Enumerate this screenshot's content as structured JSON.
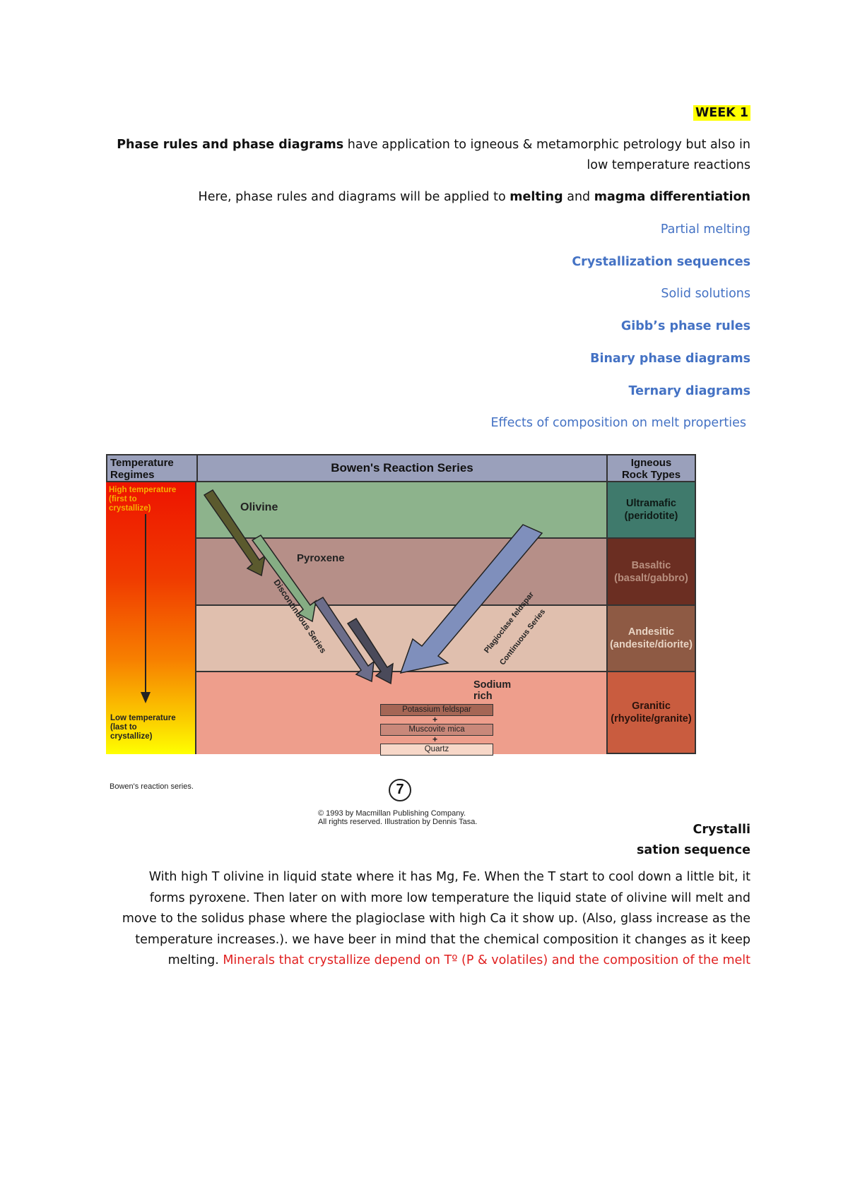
{
  "week_label": "WEEK 1",
  "intro": {
    "bold": "Phase rules and phase diagrams",
    "line1_rest": " have application to igneous & metamorphic petrology but also in",
    "line2": "low temperature reactions"
  },
  "here": {
    "t1": "Here, phase rules and diagrams will be applied to ",
    "b1": "melting",
    "t2": " and ",
    "b2": "magma differentiation"
  },
  "topics": [
    {
      "text": "Partial melting",
      "bold": false
    },
    {
      "text": "Crystallization sequences",
      "bold": true
    },
    {
      "text": "Solid solutions",
      "bold": false
    },
    {
      "text": "Gibb’s phase rules",
      "bold": true
    },
    {
      "text": "Binary phase diagrams",
      "bold": true
    },
    {
      "text": "Ternary diagrams",
      "bold": true
    },
    {
      "text": "Effects of composition on melt properties",
      "bold": false
    }
  ],
  "figure": {
    "header_left": [
      "Temperature",
      "Regimes"
    ],
    "header_center": "Bowen's Reaction Series",
    "header_right": [
      "Igneous",
      "Rock Types"
    ],
    "high_temp": [
      "High temperature",
      "(first to",
      "crystallize)"
    ],
    "low_temp": [
      "Low temperature",
      "(last to",
      "crystallize)"
    ],
    "minerals": {
      "olivine": "Olivine",
      "pyroxene": "Pyroxene",
      "sodium": [
        "Sodium",
        "rich"
      ],
      "discontinuous": "Discontinuous Series",
      "plagioclase": "Plagioclase feldspar",
      "continuous": "Continuous Series"
    },
    "final_boxes": [
      "Potassium feldspar",
      "+",
      "Muscovite mica",
      "+",
      "Quartz"
    ],
    "rock_types": [
      {
        "name": "Ultramafic",
        "sub": "(peridotite)",
        "color": "#3f7a6c"
      },
      {
        "name": "Basaltic",
        "sub": "(basalt/gabbro)",
        "color": "#6b2e22"
      },
      {
        "name": "Andesitic",
        "sub": "(andesite/diorite)",
        "color": "#8e5a44"
      },
      {
        "name": "Granitic",
        "sub": "(rhyolite/granite)",
        "color": "#c95c3f"
      }
    ],
    "band_colors": [
      "#8db38c",
      "#b68f88",
      "#e0bfae",
      "#ee9e8c"
    ],
    "caption": "Bowen's reaction series.",
    "figure_number": "7",
    "copyright": [
      "© 1993 by Macmillan Publishing Company.",
      "All rights reserved. Illustration by Dennis Tasa."
    ]
  },
  "crystallisation_heading": [
    "Crystalli",
    "sation sequence"
  ],
  "paragraph": {
    "lines": [
      "With high T olivine in liquid state where it has Mg, Fe. When the T start to cool down a little bit, it",
      "forms pyroxene. Then later on with more low temperature the liquid state of olivine will melt and",
      "move to the solidus phase where the plagioclase with high Ca it show up. (Also, glass increase as the",
      "temperature increases.). we have beer in mind that the chemical composition it changes as it keep"
    ],
    "last_plain": "melting. ",
    "last_red": "Minerals that crystallize depend on Tº (P & volatiles) and the composition of the melt"
  }
}
